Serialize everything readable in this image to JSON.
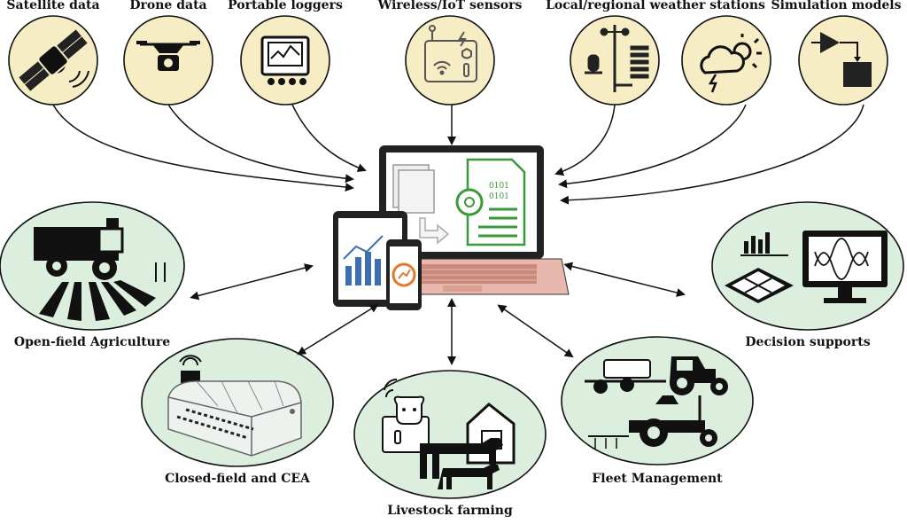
{
  "sources": [
    {
      "label": "Satellite data",
      "icon": "satellite-icon"
    },
    {
      "label": "Drone data",
      "icon": "drone-icon"
    },
    {
      "label": "Portable loggers",
      "icon": "logger-icon"
    },
    {
      "label": "Wireless/IoT sensors",
      "icon": "iot-sensor-icon"
    },
    {
      "label": "Local/regional weather stations",
      "icon": "weather-station-icon"
    },
    {
      "label": "Simulation models",
      "icon": "simulation-model-icon"
    }
  ],
  "applications": [
    {
      "label": "Open-field Agriculture",
      "icon": "harvester-icon"
    },
    {
      "label": "Decision supports",
      "icon": "decision-support-icon"
    },
    {
      "label": "Closed-field and CEA",
      "icon": "greenhouse-icon"
    },
    {
      "label": "Livestock farming",
      "icon": "livestock-icon"
    },
    {
      "label": "Fleet Management",
      "icon": "tractor-fleet-icon"
    }
  ],
  "center": {
    "icon": "laptop-tablet-phone-icon",
    "code_text": "0101"
  },
  "colors": {
    "circle_fill": "#f7edc4",
    "app_fill": "#dceedd",
    "accent_green": "#3a9a3a",
    "outline": "#111111"
  }
}
